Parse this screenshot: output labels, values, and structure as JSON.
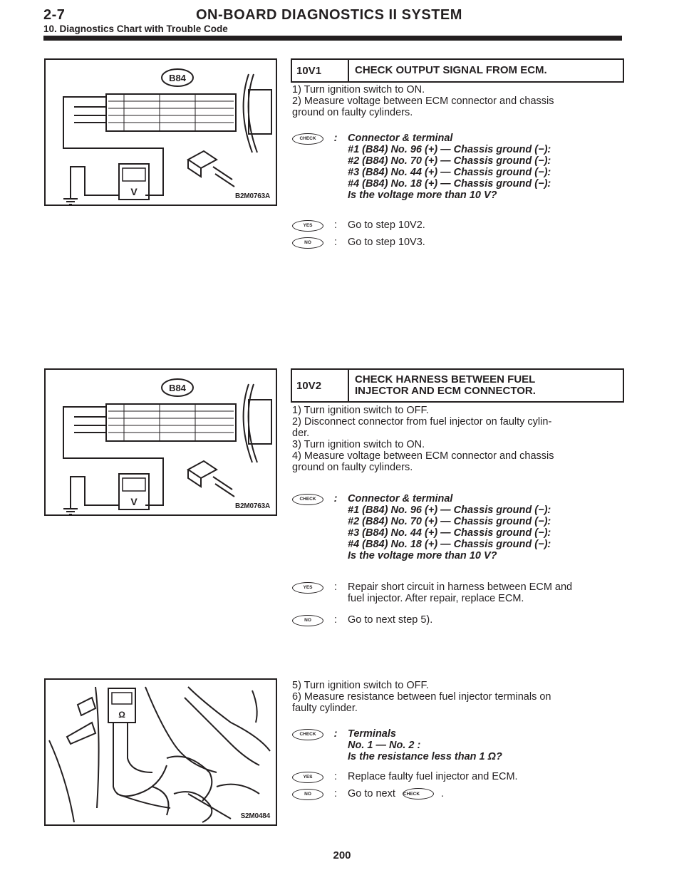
{
  "header": {
    "section": "2-7",
    "title": "ON-BOARD DIAGNOSTICS II SYSTEM",
    "subtitle": "10. Diagnostics Chart with Trouble Code"
  },
  "figures": [
    {
      "label": "B2M0763A",
      "connector": "B84",
      "meter": "V"
    },
    {
      "label": "B2M0763A",
      "connector": "B84",
      "meter": "V"
    },
    {
      "label": "S2M0484",
      "meter": "Ω"
    }
  ],
  "badges": {
    "check": "CHECK",
    "yes": "YES",
    "no": "NO"
  },
  "steps": [
    {
      "id": "10V1",
      "title_lines": [
        "CHECK OUTPUT SIGNAL FROM ECM."
      ],
      "instructions": [
        "1)  Turn ignition switch to ON.",
        "2)  Measure voltage between ECM connector and chassis",
        "ground on faulty cylinders."
      ],
      "check": {
        "colon": ":",
        "lines": [
          "Connector & terminal",
          "#1 (B84) No. 96 (+) — Chassis ground (−):",
          "#2 (B84) No. 70 (+) — Chassis ground (−):",
          "#3 (B84) No. 44 (+) — Chassis ground (−):",
          "#4 (B84) No. 18 (+) — Chassis ground (−):",
          "Is the voltage more than 10 V?"
        ]
      },
      "yes": {
        "colon": ":",
        "lines": [
          "Go to step 10V2."
        ]
      },
      "no": {
        "colon": ":",
        "lines": [
          "Go to step 10V3."
        ]
      }
    },
    {
      "id": "10V2",
      "title_lines": [
        "CHECK HARNESS BETWEEN FUEL",
        "INJECTOR AND ECM CONNECTOR."
      ],
      "instructions": [
        "1)  Turn ignition switch to OFF.",
        "2)  Disconnect connector from fuel injector on faulty cylin-",
        "der.",
        "3)  Turn ignition switch to ON.",
        "4)  Measure voltage between ECM connector and chassis",
        "ground on faulty cylinders."
      ],
      "check": {
        "colon": ":",
        "lines": [
          "Connector & terminal",
          "#1 (B84) No. 96 (+) — Chassis ground (−):",
          "#2 (B84) No. 70 (+) — Chassis ground (−):",
          "#3 (B84) No. 44 (+) — Chassis ground (−):",
          "#4 (B84) No. 18 (+) — Chassis ground (−):",
          "Is the voltage more than 10 V?"
        ]
      },
      "yes": {
        "colon": ":",
        "lines": [
          "Repair short circuit in harness between ECM and",
          "fuel injector. After repair, replace ECM."
        ]
      },
      "no": {
        "colon": ":",
        "lines": [
          "Go to next step 5)."
        ]
      }
    },
    {
      "instructions": [
        "5)  Turn ignition switch to OFF.",
        "6)  Measure resistance between fuel injector terminals on",
        "faulty cylinder."
      ],
      "check": {
        "colon": ":",
        "lines": [
          "Terminals",
          "No. 1 — No. 2 :",
          "Is the resistance less than 1 Ω?"
        ]
      },
      "yes": {
        "colon": ":",
        "lines": [
          "Replace faulty fuel injector and ECM."
        ]
      },
      "no": {
        "colon": ":",
        "prefix": "Go to next",
        "suffix": "."
      }
    }
  ],
  "footer": {
    "page_number": "200"
  }
}
